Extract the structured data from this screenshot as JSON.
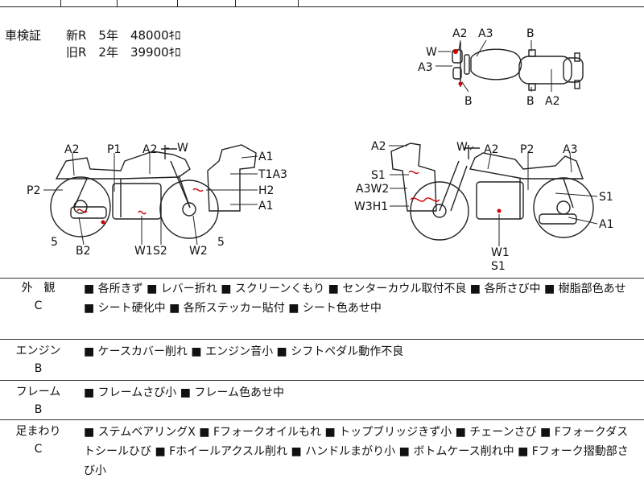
{
  "inspection": {
    "label": "車検証",
    "new_price": "新R　5年　48000ｷﾛ",
    "old_price": "旧R　2年　39900ｷﾛ"
  },
  "diagram_labels": {
    "top_A2_front": "A2",
    "top_A3_front": "A3",
    "top_B_tank": "B",
    "top_W": "W",
    "top_A3_left": "A3",
    "top_B_bottom_left": "B",
    "top_B_bottom_right": "B",
    "top_A2_rear": "A2",
    "left_A2_rear": "A2",
    "left_P1": "P1",
    "left_A2_tank": "A2",
    "left_W": "W",
    "left_A1_screen": "A1",
    "left_T1A3": "T1A3",
    "left_H2": "H2",
    "left_A1_lower": "A1",
    "left_P2": "P2",
    "left_5_rear": "5",
    "left_B2": "B2",
    "left_W1": "W1",
    "left_S2": "S2",
    "left_W2": "W2",
    "left_5_front": "5",
    "right_A2_screen": "A2",
    "right_W": "W",
    "right_A2_tank": "A2",
    "right_P2": "P2",
    "right_A3": "A3",
    "right_S1_cowl": "S1",
    "right_A3W2": "A3W2",
    "right_S1_rear": "S1",
    "right_W3H1": "W3H1",
    "right_A1": "A1",
    "right_W1": "W1",
    "right_S1_bottom": "S1"
  },
  "sections": [
    {
      "name": "外　観",
      "grade": "C",
      "text": "■ 各所きず ■ レバー折れ ■ スクリーンくもり ■ センターカウル取付不良 ■ 各所さび中 ■ 樹脂部色あせ ■ シート硬化中 ■ 各所ステッカー貼付 ■ シート色あせ中"
    },
    {
      "name": "エンジン",
      "grade": "B",
      "text": "■ ケースカバー削れ ■ エンジン音小 ■ シフトペダル動作不良"
    },
    {
      "name": "フレーム",
      "grade": "B",
      "text": "■ フレームさび小 ■ フレーム色あせ中"
    },
    {
      "name": "足まわり",
      "grade": "C",
      "text": "■ ステムベアリングX ■ Fフォークオイルもれ ■ トップブリッジきず小 ■ チェーンさび ■ Fフォークダストシールひび ■ Fホイールアクスル削れ ■ ハンドルまがり小 ■ ボトムケース削れ中 ■ Fフォーク摺動部さび小"
    }
  ]
}
